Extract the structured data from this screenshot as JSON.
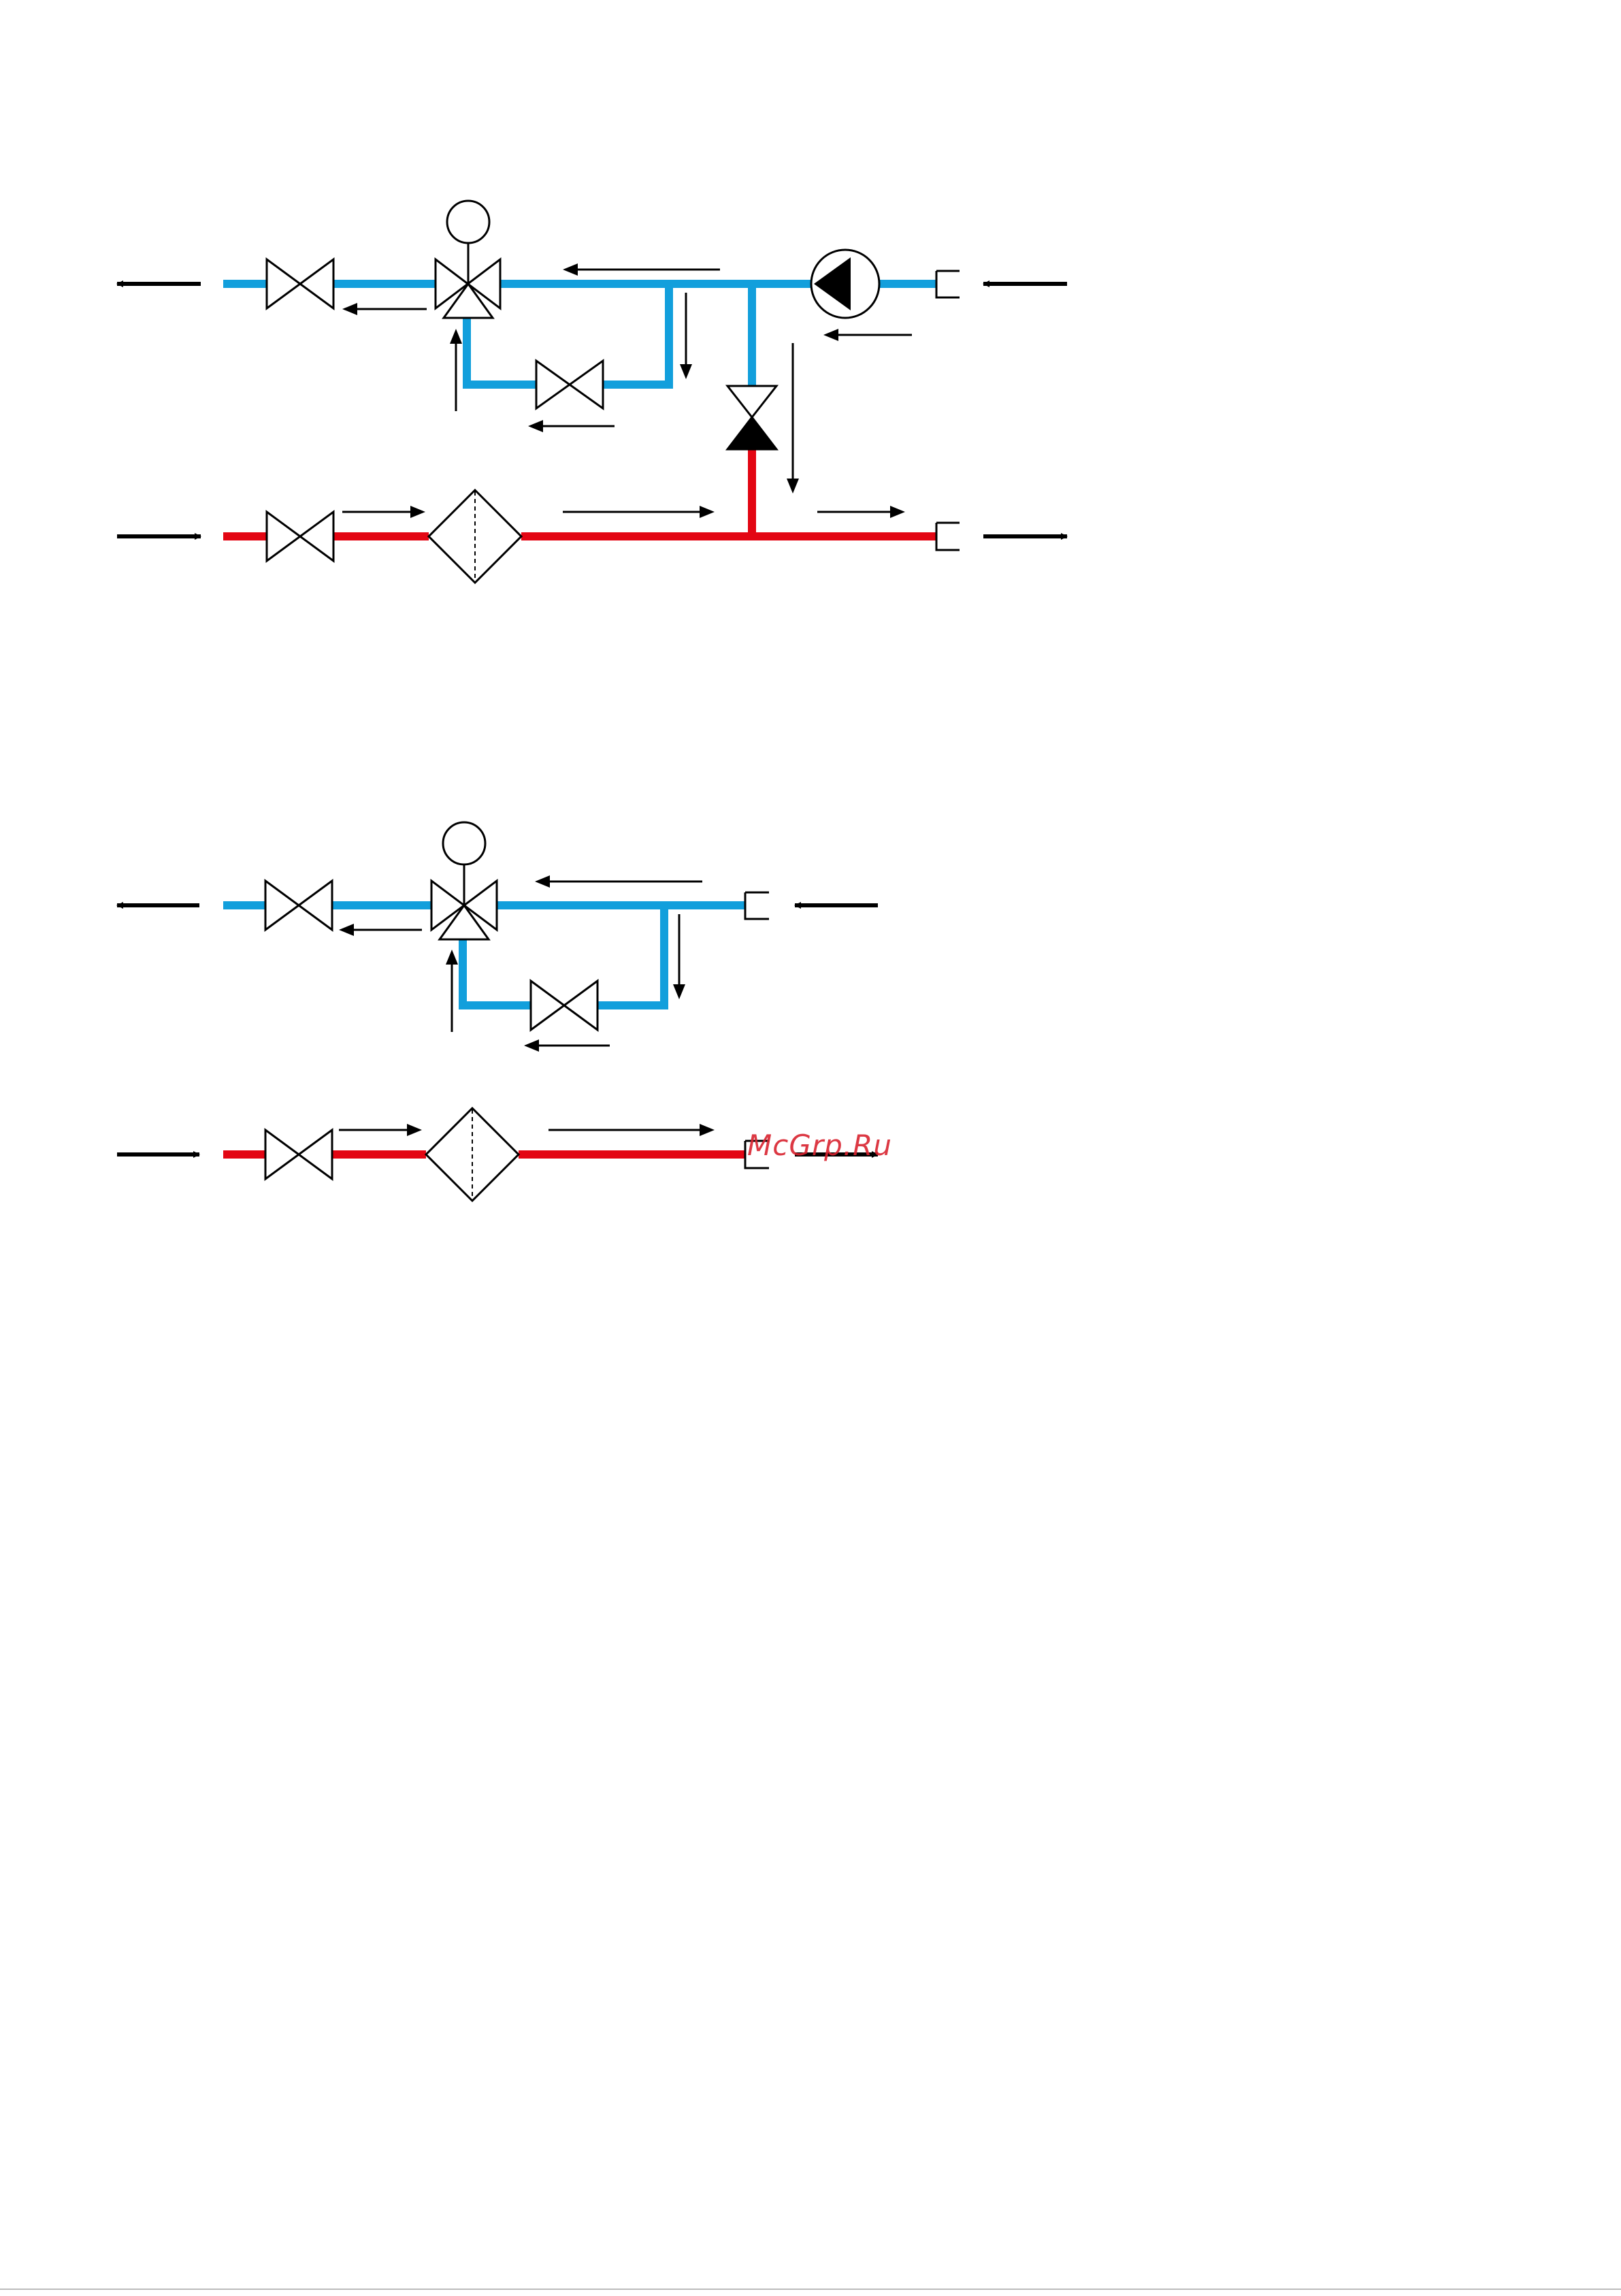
{
  "colors": {
    "return_line": "#129fdc",
    "supply_line": "#e30613",
    "symbol_stroke": "#000000",
    "watermark": "#d9232f"
  },
  "watermark": {
    "text": "McGrp.Ru"
  },
  "diagrams": [
    {
      "id": "pump-circuit",
      "components": [
        "ball-valve",
        "three-way-mixing-valve",
        "actuator",
        "balancing-valve",
        "circulation-pump",
        "bypass-check-valve",
        "strainer",
        "pipe-connection"
      ]
    },
    {
      "id": "mixing-circuit",
      "components": [
        "ball-valve",
        "three-way-mixing-valve",
        "actuator",
        "balancing-valve",
        "strainer",
        "pipe-connection"
      ]
    }
  ]
}
